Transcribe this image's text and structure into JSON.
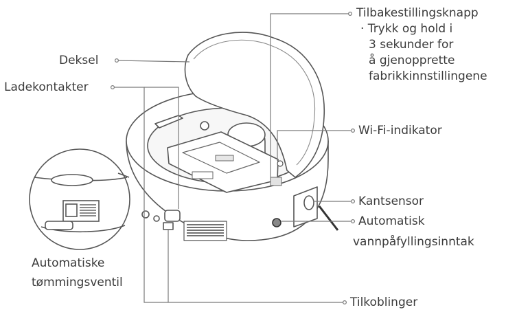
{
  "labels": {
    "deksel": "Deksel",
    "ladekontakter": "Ladekontakter",
    "tilbakestilling": {
      "title": "Tilbakestillingsknapp",
      "line1": "· Trykk og hold i",
      "line2": "3 sekunder for",
      "line3": "å gjenopprette",
      "line4": "fabrikkinnstillingene"
    },
    "wifi": "Wi-Fi-indikator",
    "kantsensor": "Kantsensor",
    "vannpafylling": {
      "line1": "Automatisk",
      "line2": "vannpåfyllingsinntak"
    },
    "tomming": {
      "line1": "Automatiske",
      "line2": "tømmingsventil"
    },
    "tilkoblinger": "Tilkoblinger"
  },
  "colors": {
    "line": "#7a7a7a",
    "outline": "#555555",
    "fill": "#ffffff",
    "dark": "#2e2e2e"
  }
}
